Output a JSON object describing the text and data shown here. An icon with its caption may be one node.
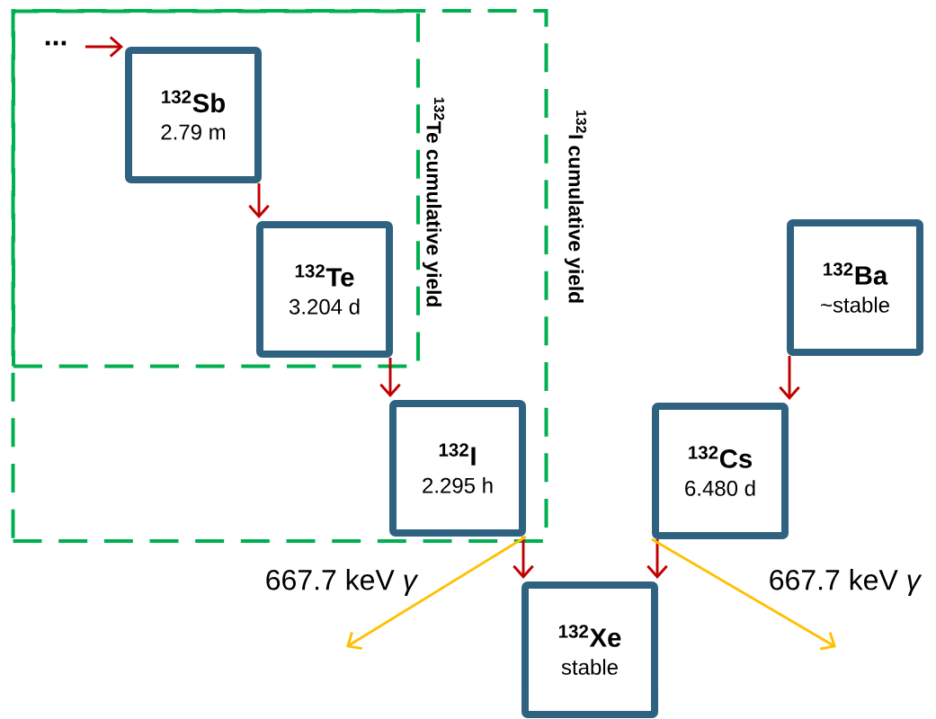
{
  "diagram": {
    "nodes": [
      {
        "text": [
          "$^{132}$I cumulative yield"
        ]
      },
      {
        "text": [
          "$^{132}$Te cumulative yield"
        ],
        "in": 0
      },
      {
        "text": [
          "..."
        ],
        "in": 1
      },
      {
        "text": [
          "$^{132}$Sb",
          "2.79 m"
        ],
        "in": 1
      },
      {
        "text": [
          "$^{132}$Te",
          "3.204 d"
        ],
        "in": 1
      },
      {
        "text": [
          "$^{132}$I",
          "2.295 h"
        ],
        "in": 0
      },
      {
        "text": [
          "$^{132}$Ba",
          "~stable"
        ]
      },
      {
        "text": [
          "$^{132}$Cs",
          "6.480 d"
        ]
      },
      {
        "text": [
          "$^{132}$Xe",
          "stable"
        ]
      }
    ],
    "edges": [
      {
        "from": 2,
        "to": 3,
        "arrow": "to"
      },
      {
        "from": 3,
        "to": 4,
        "arrow": "to"
      },
      {
        "from": 4,
        "to": 5,
        "arrow": "to"
      },
      {
        "from": 5,
        "to": 8,
        "arrow": "to"
      },
      {
        "from": 6,
        "to": 7,
        "arrow": "to"
      },
      {
        "from": 7,
        "to": 8,
        "arrow": "to"
      },
      {
        "from": 5,
        "to": null,
        "arrow": "to",
        "label": "667.7 keV *γ*",
        "color": "#ffc000"
      },
      {
        "from": 7,
        "to": null,
        "arrow": "to",
        "label": "667.7 keV *γ*",
        "color": "#ffc000"
      }
    ]
  }
}
